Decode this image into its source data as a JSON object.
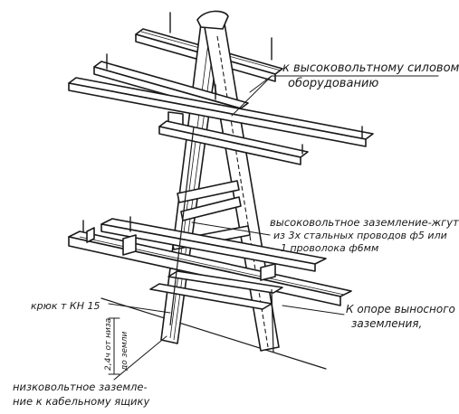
{
  "labels": {
    "hv_line1": "к высоковольтному силовому",
    "hv_line2": "оборудованию",
    "hvg_line1": "высоковольтное заземление-жгут",
    "hvg_line2": "из 3х стальных проводов ф5 или",
    "hvg_line3": "1 проволока ф6мм",
    "hook": "крюк т КН 15",
    "support_line1": "К опоре выносного",
    "support_line2": "заземления,",
    "lv_line1": "низковольтное заземле-",
    "lv_line2": "ние к кабельному ящику",
    "dim_line1": "2,4ч от низа",
    "dim_line2": "до земли"
  },
  "colors": {
    "ink": "#1a1a1a",
    "paper": "#ffffff"
  }
}
